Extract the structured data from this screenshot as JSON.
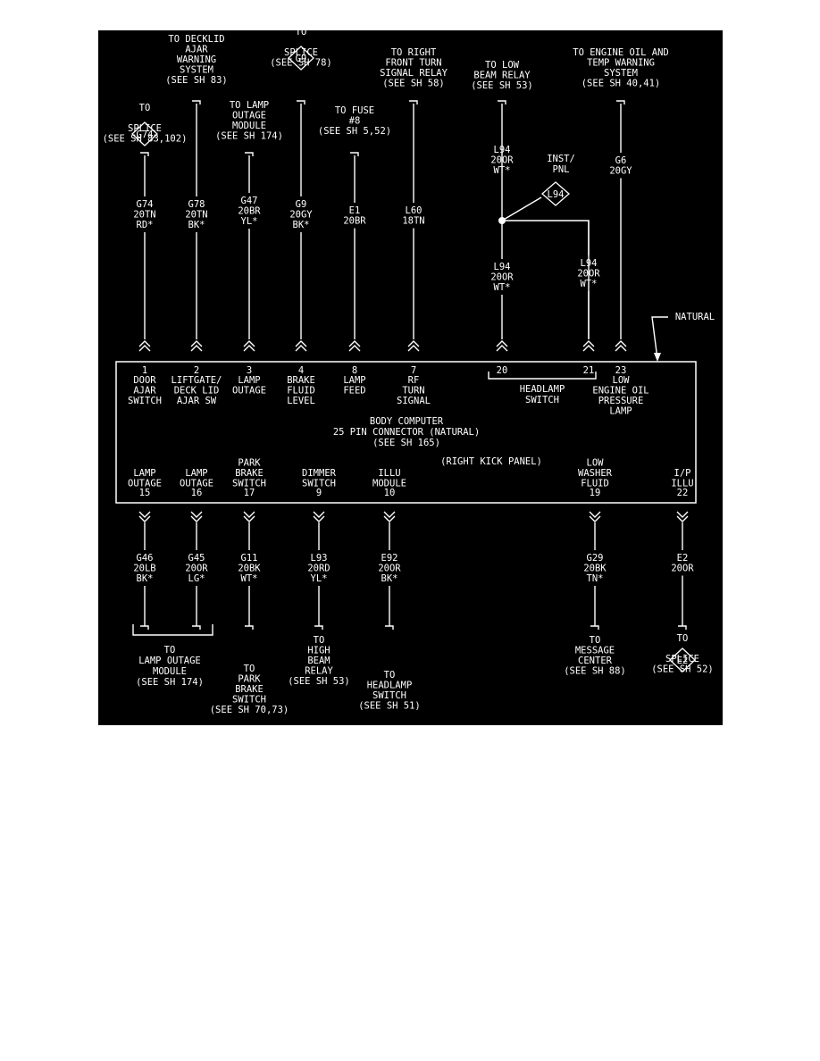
{
  "colors": {
    "background": "#000000",
    "ink": "#ffffff",
    "page": "#ffffff"
  },
  "natural_label": "NATURAL",
  "connector": {
    "title": [
      "BODY COMPUTER",
      "25 PIN CONNECTOR (NATURAL)",
      "(SEE SH 165)"
    ],
    "location": "(RIGHT KICK PANEL)",
    "headlamp_switch": [
      "HEADLAMP",
      "SWITCH"
    ]
  },
  "inst_panel": {
    "label": [
      "INST/",
      "PNL"
    ],
    "diamond": "L94"
  },
  "top_pins": [
    {
      "pin": "1",
      "func": [
        "DOOR",
        "AJAR",
        "SWITCH"
      ],
      "wire": [
        "G74",
        "20TN",
        "RD*"
      ],
      "dest": [
        "TO",
        "",
        "SPLICE",
        "(SEE SH 83,102)"
      ],
      "diamond": "G74"
    },
    {
      "pin": "2",
      "func": [
        "LIFTGATE/",
        "DECK LID",
        "AJAR SW"
      ],
      "wire": [
        "G78",
        "20TN",
        "BK*"
      ],
      "dest": [
        "TO DECKLID",
        "AJAR",
        "WARNING",
        "SYSTEM",
        "(SEE SH 83)"
      ]
    },
    {
      "pin": "3",
      "func": [
        "LAMP",
        "OUTAGE"
      ],
      "wire": [
        "G47",
        "20BR",
        "YL*"
      ],
      "dest": [
        "TO LAMP",
        "OUTAGE",
        "MODULE",
        "(SEE SH 174)"
      ]
    },
    {
      "pin": "4",
      "func": [
        "BRAKE",
        "FLUID",
        "LEVEL"
      ],
      "wire": [
        "G9",
        "20GY",
        "BK*"
      ],
      "dest": [
        "TO",
        "",
        "SPLICE",
        "(SEE SH 78)"
      ],
      "diamond": "G9"
    },
    {
      "pin": "8",
      "func": [
        "LAMP",
        "FEED"
      ],
      "wire": [
        "E1",
        "20BR"
      ],
      "dest": [
        "TO FUSE",
        "#8",
        "(SEE SH 5,52)"
      ]
    },
    {
      "pin": "7",
      "func": [
        "RF",
        "TURN",
        "SIGNAL"
      ],
      "wire": [
        "L60",
        "18TN"
      ],
      "dest": [
        "TO RIGHT",
        "FRONT TURN",
        "SIGNAL RELAY",
        "(SEE SH 58)"
      ]
    },
    {
      "pin": "20",
      "func": [],
      "wire": [
        "L94",
        "20OR",
        "WT*"
      ],
      "dest": [
        "TO LOW",
        "BEAM RELAY",
        "(SEE SH 53)"
      ],
      "upper_wire": [
        "L94",
        "20OR",
        "WT*"
      ]
    },
    {
      "pin": "21",
      "func": [],
      "wire": [
        "L94",
        "20OR",
        "WT*"
      ],
      "dest": []
    },
    {
      "pin": "23",
      "func": [
        "LOW",
        "ENGINE OIL",
        "PRESSURE",
        "LAMP"
      ],
      "wire": [
        "G6",
        "20GY"
      ],
      "dest": [
        "TO ENGINE OIL AND",
        "TEMP WARNING",
        "SYSTEM",
        "(SEE SH 40,41)"
      ]
    }
  ],
  "bottom_pins": [
    {
      "pin": "15",
      "func": [
        "LAMP",
        "OUTAGE"
      ],
      "wire": [
        "G46",
        "20LB",
        "BK*"
      ]
    },
    {
      "pin": "16",
      "func": [
        "LAMP",
        "OUTAGE"
      ],
      "wire": [
        "G45",
        "20OR",
        "LG*"
      ]
    },
    {
      "pin": "17",
      "func": [
        "PARK",
        "BRAKE",
        "SWITCH"
      ],
      "wire": [
        "G11",
        "20BK",
        "WT*"
      ],
      "dest": [
        "TO",
        "PARK",
        "BRAKE",
        "SWITCH",
        "(SEE SH 70,73)"
      ]
    },
    {
      "pin": "9",
      "func": [
        "DIMMER",
        "SWITCH"
      ],
      "wire": [
        "L93",
        "20RD",
        "YL*"
      ],
      "dest": [
        "TO",
        "HIGH",
        "BEAM",
        "RELAY",
        "(SEE SH 53)"
      ]
    },
    {
      "pin": "10",
      "func": [
        "ILLU",
        "MODULE"
      ],
      "wire": [
        "E92",
        "20OR",
        "BK*"
      ],
      "dest": [
        "TO",
        "HEADLAMP",
        "SWITCH",
        "(SEE SH 51)"
      ]
    },
    {
      "pin": "19",
      "func": [
        "LOW",
        "WASHER",
        "FLUID"
      ],
      "wire": [
        "G29",
        "20BK",
        "TN*"
      ],
      "dest": [
        "TO",
        "MESSAGE",
        "CENTER",
        "(SEE SH 88)"
      ]
    },
    {
      "pin": "22",
      "func": [
        "I/P",
        "ILLU"
      ],
      "wire": [
        "E2",
        "20OR"
      ],
      "dest": [
        "TO",
        "",
        "SPLICE",
        "(SEE SH 52)"
      ],
      "diamond": "E2"
    }
  ],
  "lamp_outage_dest": [
    "TO",
    "LAMP OUTAGE",
    "MODULE",
    "(SEE SH 174)"
  ]
}
